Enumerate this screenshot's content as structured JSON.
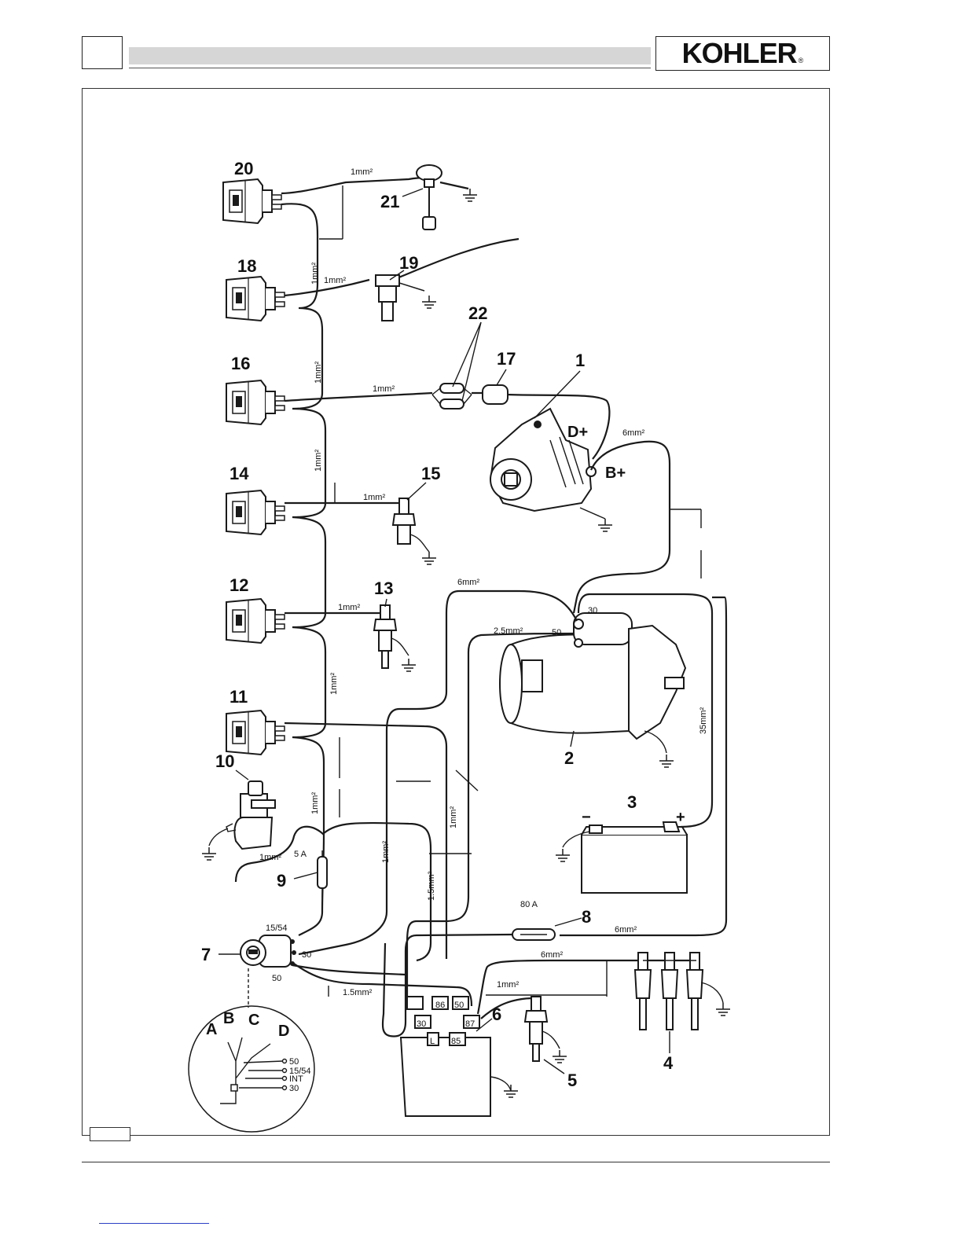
{
  "brand": {
    "logo": "KOHLER",
    "registered_mark": "®"
  },
  "components": {
    "c1": "1",
    "c2": "2",
    "c3": "3",
    "c4": "4",
    "c5": "5",
    "c6": "6",
    "c7": "7",
    "c8": "8",
    "c9": "9",
    "c10": "10",
    "c11": "11",
    "c12": "12",
    "c13": "13",
    "c14": "14",
    "c15": "15",
    "c16": "16",
    "c17": "17",
    "c18": "18",
    "c19": "19",
    "c20": "20",
    "c21": "21",
    "c22": "22"
  },
  "wire_labels": {
    "w20_21": "1mm²",
    "w20_18": "1mm²",
    "w18_19": "1mm²",
    "w18_16": "1mm²",
    "w16_22": "1mm²",
    "w16_14": "1mm²",
    "w14_15": "1mm²",
    "w12_13": "1mm²",
    "w12_11": "1mm²",
    "w11_9": "1mm²",
    "w9_10": "1mm²",
    "w_center1": "1mm²",
    "w_center2": "1mm²",
    "w_starter_6": "6mm²",
    "w_starter_25": "2.5mm²",
    "w_alt_6": "6mm²",
    "w_batt_35": "35mm²",
    "w_15": "1.5mm²",
    "w_15b": "1.5mm²",
    "w_fuse_6": "6mm²",
    "w_glow_6": "6mm²",
    "w_relay_1": "1mm²"
  },
  "terminals": {
    "alt_d": "D+",
    "alt_b": "B+",
    "starter_30": "30",
    "starter_50": "50",
    "batt_minus": "−",
    "batt_plus": "+",
    "fuse_9": "5 A",
    "fuse_8": "80 A",
    "key_1554": "15/54",
    "key_30": "30",
    "key_50": "50",
    "relay_86": "86",
    "relay_50": "50",
    "relay_30": "30",
    "relay_87": "87",
    "relay_l": "L",
    "relay_85": "85"
  },
  "key_positions": {
    "a": "A",
    "b": "B",
    "c": "C",
    "d": "D",
    "t50": "50",
    "t1554": "15/54",
    "tint": "INT",
    "t30": "30"
  }
}
